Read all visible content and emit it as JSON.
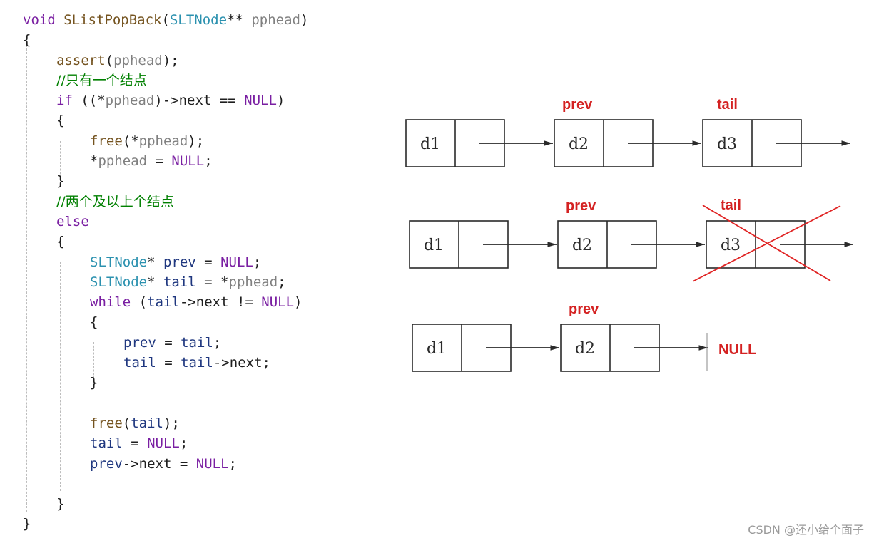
{
  "code": {
    "signature": {
      "ret": "void",
      "name": "SListPopBack",
      "type": "SLTNode",
      "ptr": "** ",
      "param": "pphead"
    },
    "lines": [
      {
        "t": "assert",
        "u": "pphead"
      },
      {
        "c": "//只有一个结点"
      },
      {
        "kw": "if",
        "p": "pphead",
        "n": "NULL"
      },
      {
        "b": "{"
      },
      {
        "f": "free",
        "p": "pphead"
      },
      {
        "p": "pphead",
        "n": "NULL"
      },
      {
        "b": "}"
      },
      {
        "c": "//两个及以上个结点"
      },
      {
        "kw": "else"
      },
      {
        "b": "{"
      },
      {
        "type": "SLTNode",
        "v": "prev",
        "n": "NULL"
      },
      {
        "type": "SLTNode",
        "v": "tail",
        "p": "pphead"
      },
      {
        "kw": "while",
        "v": "tail",
        "m": "next",
        "n": "NULL"
      },
      {
        "b": "{"
      },
      {
        "v": "prev",
        "v2": "tail"
      },
      {
        "v": "tail",
        "v2": "tail",
        "m": "next"
      },
      {
        "b": "}"
      },
      {
        "f": "free",
        "v": "tail"
      },
      {
        "v": "tail",
        "n": "NULL"
      },
      {
        "v": "prev",
        "m": "next",
        "n": "NULL"
      },
      {
        "b": "}"
      }
    ]
  },
  "diagram": {
    "rows": [
      {
        "nodes": [
          "d1",
          "d2",
          "d3"
        ],
        "labels": {
          "prev": "prev",
          "tail": "tail"
        }
      },
      {
        "nodes": [
          "d1",
          "d2",
          "d3"
        ],
        "labels": {
          "prev": "prev",
          "tail": "tail"
        },
        "deleted": "d3"
      },
      {
        "nodes": [
          "d1",
          "d2"
        ],
        "labels": {
          "prev": "prev"
        },
        "terminator": "NULL"
      }
    ],
    "colors": {
      "label": "#d42222",
      "cross": "#e02424",
      "line": "#2a2a2a"
    }
  },
  "watermark": "CSDN @还小给个面子"
}
